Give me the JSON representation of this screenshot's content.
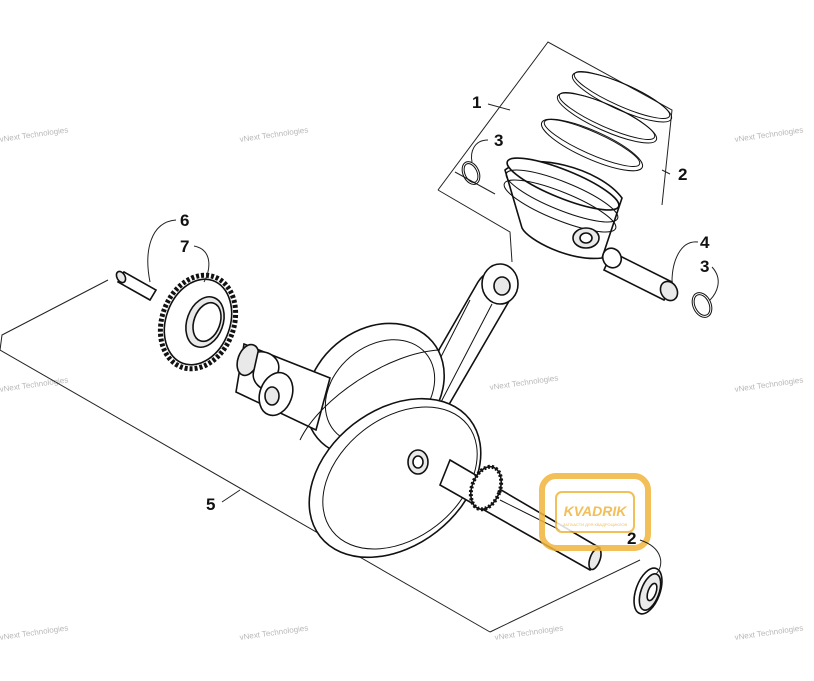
{
  "callouts": [
    {
      "id": "c1",
      "label": "1"
    },
    {
      "id": "c2a",
      "label": "2"
    },
    {
      "id": "c3a",
      "label": "3"
    },
    {
      "id": "c4",
      "label": "4"
    },
    {
      "id": "c3b",
      "label": "3"
    },
    {
      "id": "c6",
      "label": "6"
    },
    {
      "id": "c7",
      "label": "7"
    },
    {
      "id": "c5",
      "label": "5"
    },
    {
      "id": "c2b",
      "label": "2"
    }
  ],
  "watermark": {
    "text": "vNext Technologies",
    "color": "#b8b8b8"
  },
  "logo": {
    "text": "KVADRIK",
    "subtext": "ЗАПЧАСТИ ДЛЯ КВАДРОЦИКЛОВ",
    "color": "#f0b43c"
  }
}
